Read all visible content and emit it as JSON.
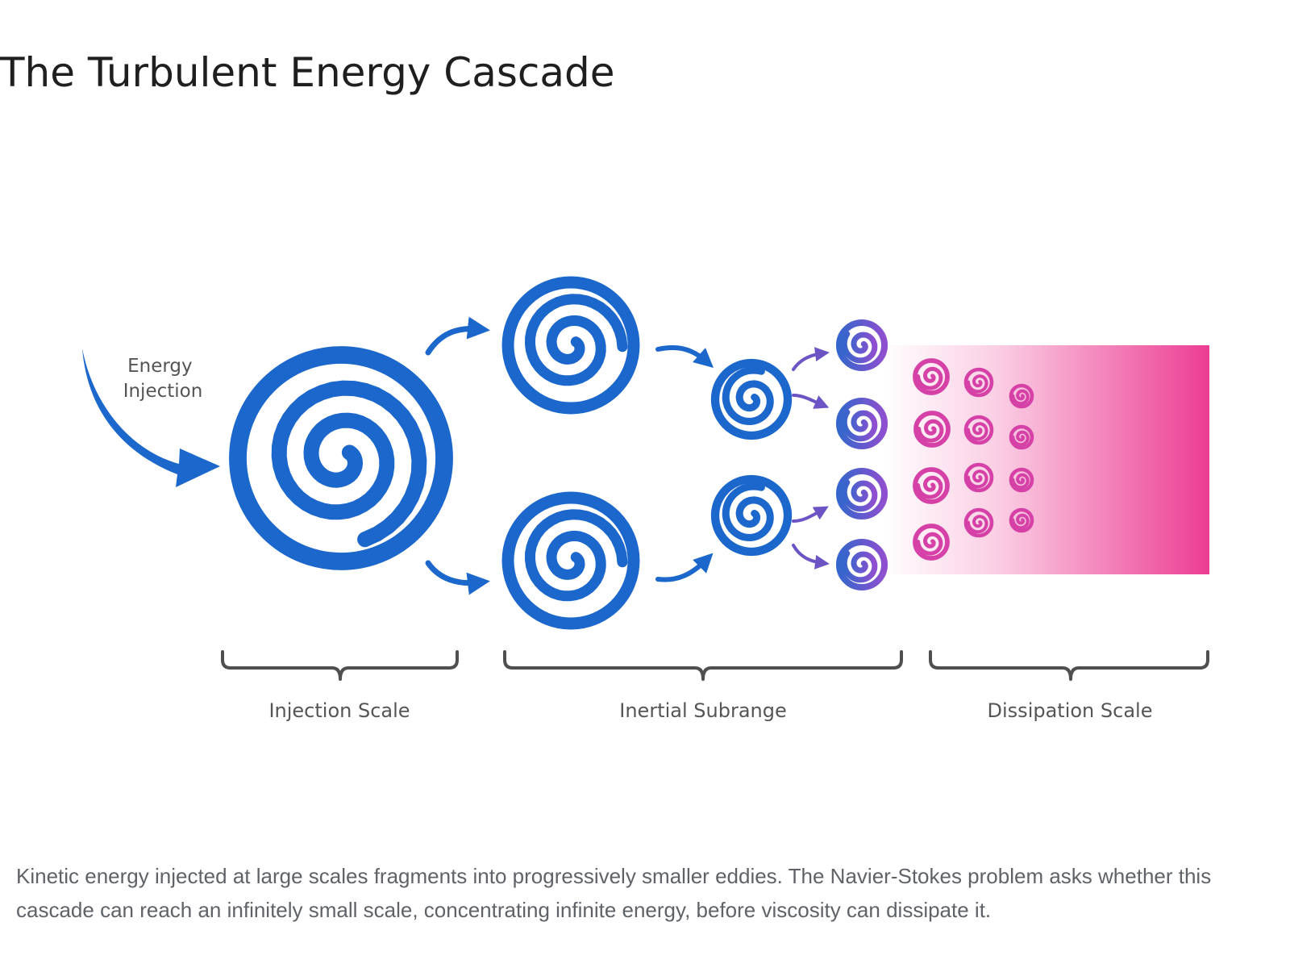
{
  "title": "The Turbulent Energy Cascade",
  "diagram": {
    "input_label_lines": [
      "Energy",
      "Injection"
    ],
    "stages": [
      {
        "label": "Injection Scale"
      },
      {
        "label": "Inertial Subrange"
      },
      {
        "label": "Dissipation Scale"
      }
    ],
    "colors": {
      "large_eddy": "#1c67cc",
      "small_eddy_start": "#3566cc",
      "small_eddy_end": "#8d4fcf",
      "dissipation_eddy": "#d541a6",
      "dissipation_band": "#ec3d93",
      "arrow_purple": "#6d54c4",
      "bracket": "#4f4f4f",
      "label_text": "#555555"
    }
  },
  "caption": "Kinetic energy injected at large scales fragments into progressively smaller eddies. The Navier-Stokes problem asks whether this cascade can reach an infinitely small scale, concentrating infinite energy, before viscosity can dissipate it."
}
